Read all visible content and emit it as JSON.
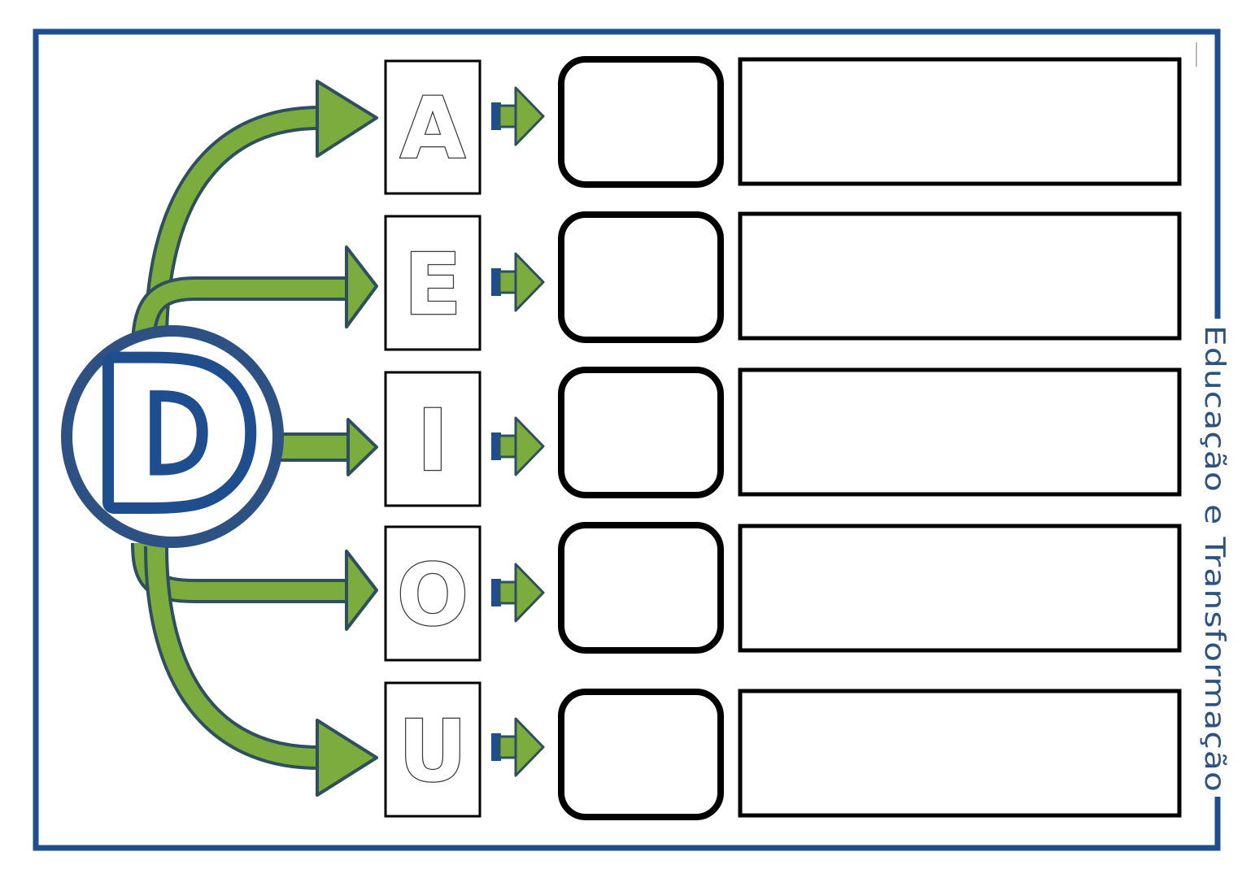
{
  "worksheet": {
    "consonant": "D",
    "vowels": [
      {
        "letter": "A"
      },
      {
        "letter": "E"
      },
      {
        "letter": "I"
      },
      {
        "letter": "O"
      },
      {
        "letter": "U"
      }
    ],
    "watermark": "Educação e Transformação"
  },
  "colors": {
    "frame": "#1f4e8f",
    "arrow_fill": "#7cab3e",
    "arrow_stroke": "#2e4f5e",
    "circle_ring": "#2d5183",
    "letter_blue": "#1f4e8f",
    "box_border": "#000000"
  }
}
